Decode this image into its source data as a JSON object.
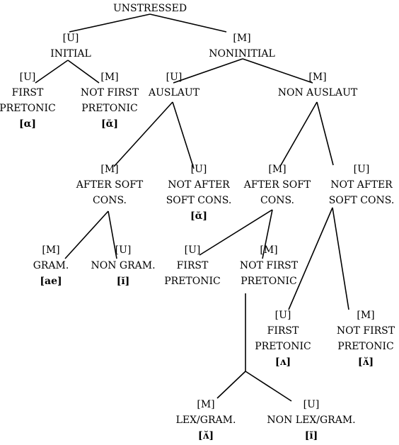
{
  "diagram": {
    "type": "markedness-tree",
    "nodes": [
      {
        "id": "root",
        "lines": [
          "UNSTRESSED"
        ]
      },
      {
        "id": "initial",
        "lines": [
          "[U]",
          "INITIAL"
        ]
      },
      {
        "id": "noninitial",
        "lines": [
          "[M]",
          "NONINITIAL"
        ]
      },
      {
        "id": "first-pretonic-a",
        "lines": [
          "[U]",
          "FIRST",
          "PRETONIC",
          "[α]"
        ]
      },
      {
        "id": "not-first-pretonic-a",
        "lines": [
          "[M]",
          "NOT FIRST",
          "PRETONIC",
          "[ᾰ]"
        ]
      },
      {
        "id": "auslaut",
        "lines": [
          "[U]",
          "AUSLAUT"
        ]
      },
      {
        "id": "non-auslaut",
        "lines": [
          "[M]",
          "NON AUSLAUT"
        ]
      },
      {
        "id": "after-soft-1",
        "lines": [
          "[M]",
          "AFTER SOFT",
          "CONS."
        ]
      },
      {
        "id": "not-after-soft-1",
        "lines": [
          "[U]",
          "NOT AFTER",
          "SOFT CONS.",
          "[ᾰ]"
        ]
      },
      {
        "id": "after-soft-2",
        "lines": [
          "[M]",
          "AFTER SOFT",
          "CONS."
        ]
      },
      {
        "id": "not-after-soft-2",
        "lines": [
          "[U]",
          "NOT AFTER",
          "SOFT CONS."
        ]
      },
      {
        "id": "gram",
        "lines": [
          "[M]",
          "GRAM.",
          "[ae]"
        ]
      },
      {
        "id": "non-gram",
        "lines": [
          "[U]",
          "NON GRAM.",
          "[ĭ]"
        ]
      },
      {
        "id": "first-pretonic-2",
        "lines": [
          "[U]",
          "FIRST",
          "PRETONIC"
        ]
      },
      {
        "id": "not-first-pretonic-2",
        "lines": [
          "[M]",
          "NOT FIRST",
          "PRETONIC"
        ]
      },
      {
        "id": "first-pretonic-3",
        "lines": [
          "[U]",
          "FIRST",
          "PRETONIC",
          "[ʌ]"
        ]
      },
      {
        "id": "not-first-pretonic-3",
        "lines": [
          "[M]",
          "NOT FIRST",
          "PRETONIC",
          "[ʌ̆]"
        ]
      },
      {
        "id": "lex-gram",
        "lines": [
          "[M]",
          "LEX/GRAM.",
          "[ʌ̆]"
        ]
      },
      {
        "id": "non-lex-gram",
        "lines": [
          "[U]",
          "NON LEX/GRAM.",
          "[ĭ]"
        ]
      }
    ],
    "edges": [
      [
        "root",
        "initial"
      ],
      [
        "root",
        "noninitial"
      ],
      [
        "initial",
        "first-pretonic-a"
      ],
      [
        "initial",
        "not-first-pretonic-a"
      ],
      [
        "noninitial",
        "auslaut"
      ],
      [
        "noninitial",
        "non-auslaut"
      ],
      [
        "auslaut",
        "after-soft-1"
      ],
      [
        "auslaut",
        "not-after-soft-1"
      ],
      [
        "non-auslaut",
        "after-soft-2"
      ],
      [
        "non-auslaut",
        "not-after-soft-2"
      ],
      [
        "after-soft-1",
        "gram"
      ],
      [
        "after-soft-1",
        "non-gram"
      ],
      [
        "after-soft-2",
        "first-pretonic-2"
      ],
      [
        "after-soft-2",
        "not-first-pretonic-2"
      ],
      [
        "not-after-soft-2",
        "first-pretonic-3"
      ],
      [
        "not-after-soft-2",
        "not-first-pretonic-3"
      ],
      [
        "not-first-pretonic-2",
        "lex-gram"
      ],
      [
        "not-first-pretonic-2",
        "non-lex-gram"
      ]
    ]
  }
}
